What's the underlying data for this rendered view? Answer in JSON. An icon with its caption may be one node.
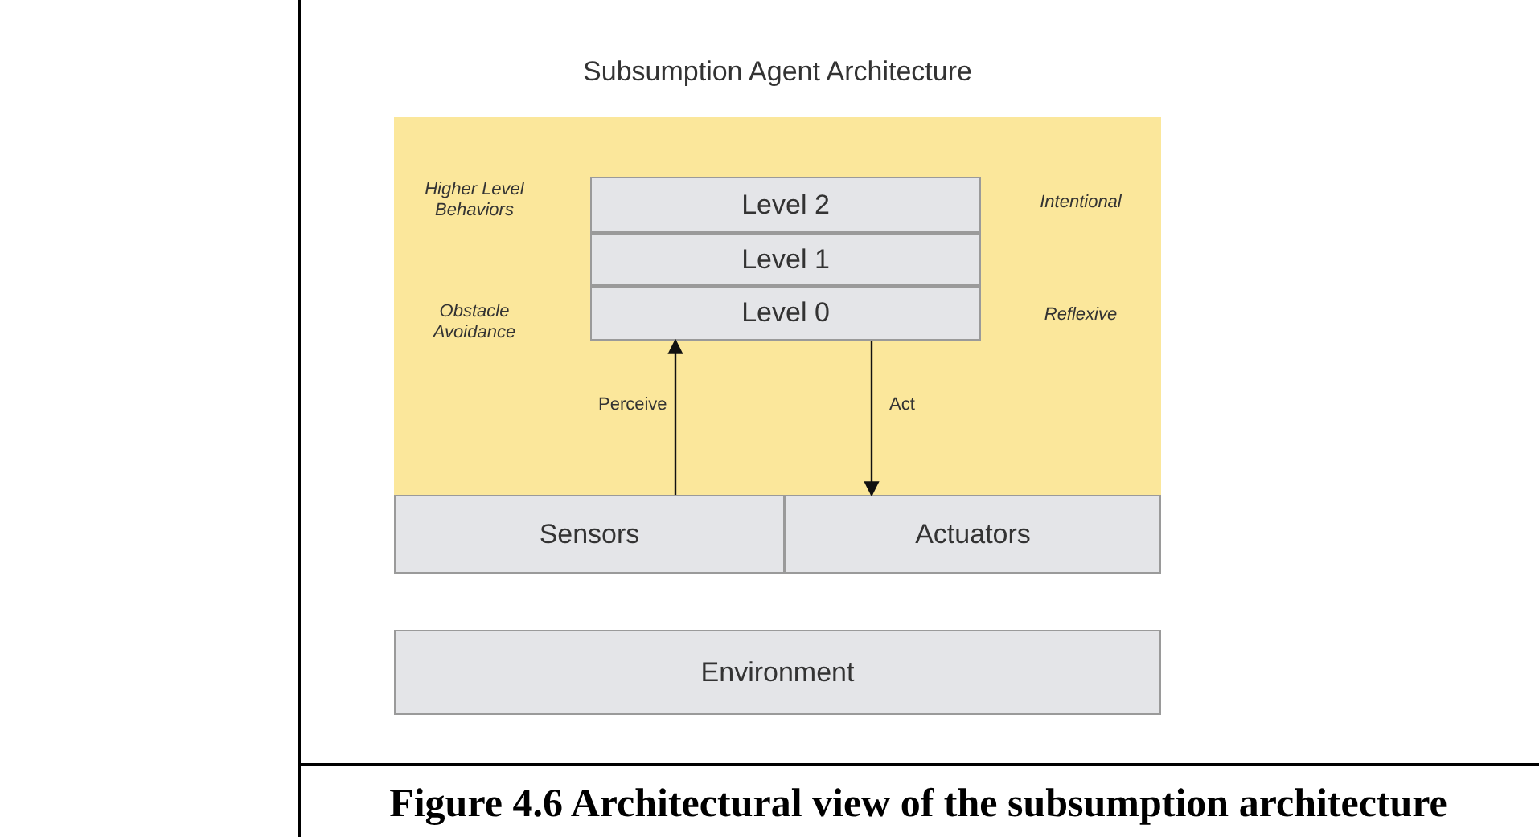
{
  "diagram": {
    "title": "Subsumption Agent Architecture",
    "caption": "Figure 4.6 Architectural view of the subsumption architecture",
    "nodes": [
      {
        "text": [],
        "shape": "box"
      },
      {
        "text": [
          "Level 2"
        ],
        "in": 0
      },
      {
        "text": [
          "Level 1"
        ],
        "in": 0
      },
      {
        "text": [
          "Level 0"
        ],
        "in": 0
      },
      {
        "text": [
          "Sensors"
        ]
      },
      {
        "text": [
          "Actuators"
        ]
      },
      {
        "text": [
          "Environment"
        ]
      }
    ],
    "edges": [
      {
        "from": 4,
        "to": 3,
        "arrow": "to",
        "label": "Perceive"
      },
      {
        "from": 3,
        "to": 5,
        "arrow": "to",
        "label": "Act"
      }
    ],
    "labels": [
      "Higher Level Behaviors",
      "Intentional",
      "Obstacle Avoidance",
      "Reflexive"
    ]
  }
}
